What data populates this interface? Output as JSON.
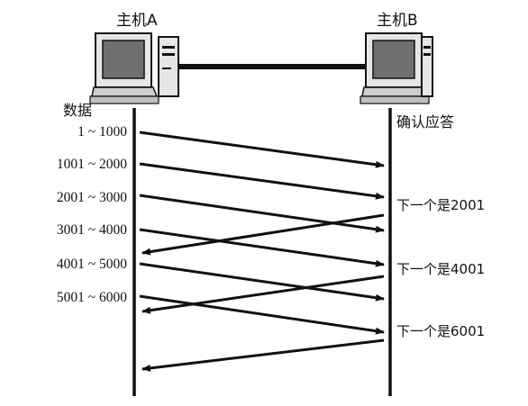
{
  "host_a": {
    "title": "主机A",
    "column_label": "数据",
    "icon": "desktop-computer-icon"
  },
  "host_b": {
    "title": "主机B",
    "column_label": "确认应答",
    "icon": "desktop-computer-icon"
  },
  "segments": [
    "1 ~ 1000",
    "1001 ~ 2000",
    "2001 ~ 3000",
    "3001 ~ 4000",
    "4001 ~ 5000",
    "5001 ~ 6000"
  ],
  "acks": [
    "下一个是2001",
    "下一个是4001",
    "下一个是6001"
  ],
  "colors": {
    "line": "#111111",
    "screen": "#6f6f6f",
    "body": "#d9d9d9"
  }
}
